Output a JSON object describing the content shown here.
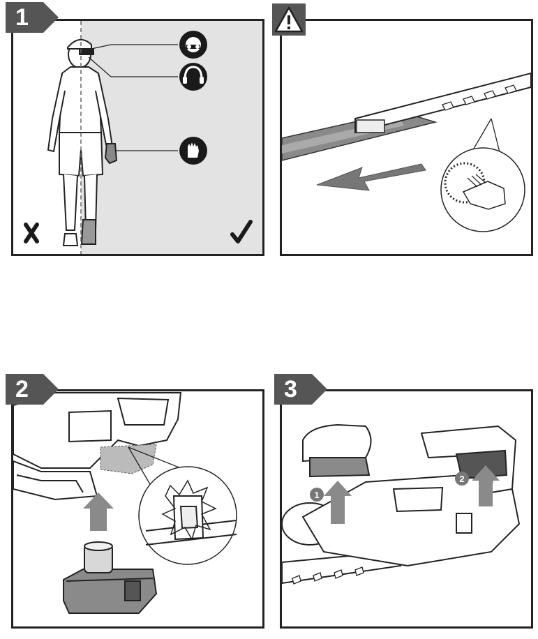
{
  "steps": {
    "step1": {
      "number": "1"
    },
    "step2": {
      "number": "2"
    },
    "step3": {
      "number": "3"
    }
  },
  "callouts": {
    "first": "1",
    "second": "2"
  },
  "icons": {
    "safety_glasses": "safety-glasses-icon",
    "ear_protection": "ear-protection-icon",
    "gloves": "gloves-icon",
    "wrong": "cross-mark-icon",
    "right": "check-mark-icon",
    "warning": "warning-triangle-icon"
  },
  "colors": {
    "tab": "#555555",
    "panel_border": "#222222",
    "correct_side_bg": "#e3e3e3"
  }
}
